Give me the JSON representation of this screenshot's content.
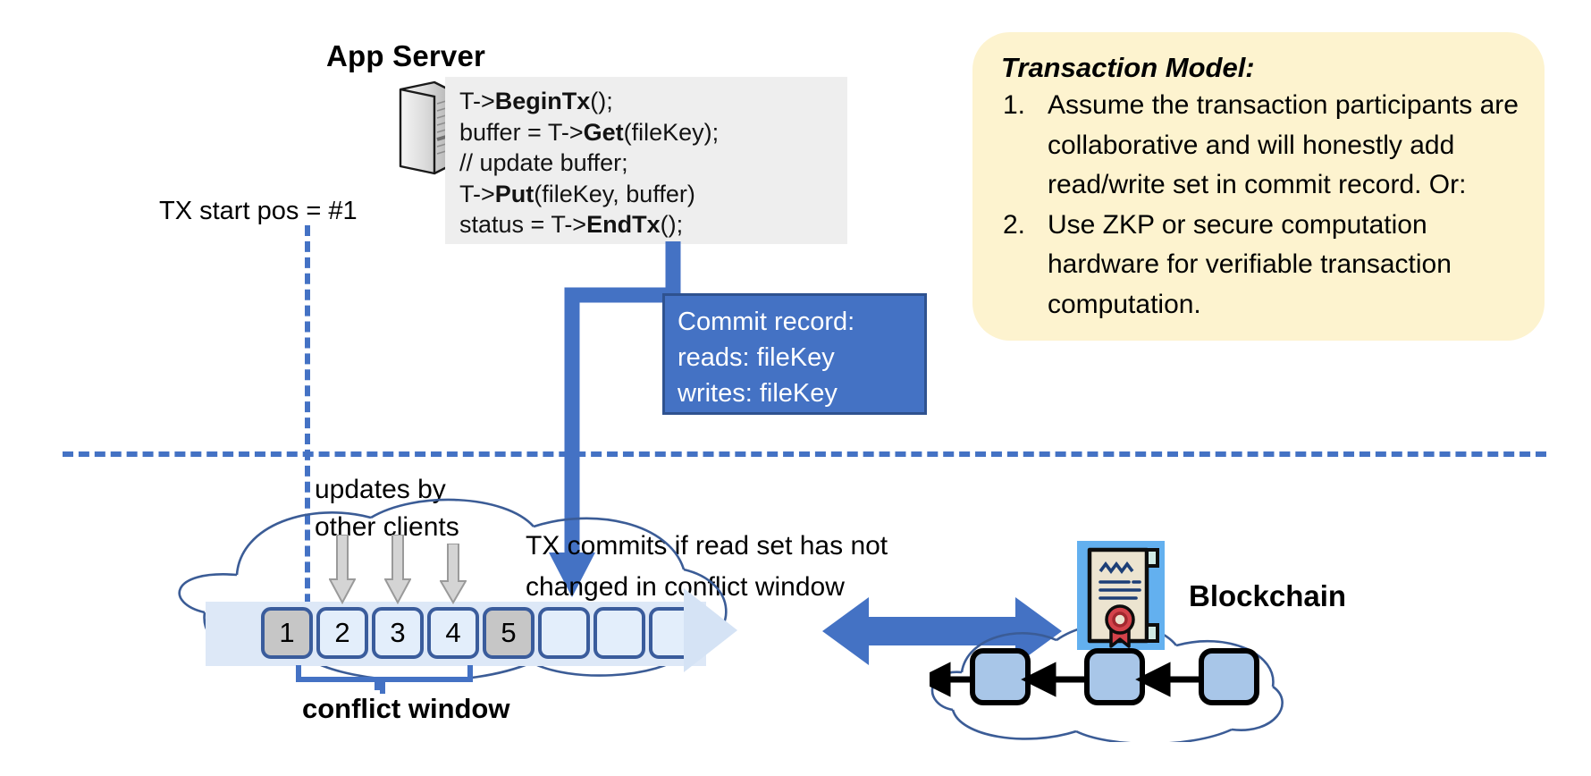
{
  "app_server": {
    "title": "App Server",
    "icon": "server-tower-icon",
    "code_lines": [
      {
        "pre": "T->",
        "bold": "BeginTx",
        "post": "();"
      },
      {
        "pre": "buffer = T->",
        "bold": "Get",
        "post": "(fileKey);"
      },
      {
        "pre": "// update buffer;",
        "bold": "",
        "post": ""
      },
      {
        "pre": "T->",
        "bold": "Put",
        "post": "(fileKey, buffer)"
      },
      {
        "pre": "status = T->",
        "bold": "EndTx",
        "post": "();"
      }
    ]
  },
  "tx_start": {
    "label": "TX start pos = #1"
  },
  "commit_record": {
    "title": "Commit record:",
    "reads": "reads: fileKey",
    "writes": "writes: fileKey"
  },
  "transaction_model": {
    "title": "Transaction Model:",
    "items": [
      {
        "num": "1.",
        "text": "Assume the transaction participants are collaborative and will honestly add read/write set in commit record.  Or:"
      },
      {
        "num": "2.",
        "text": "Use ZKP or secure computation hardware for verifiable transaction computation."
      }
    ]
  },
  "log": {
    "updates_label_line1": "updates by",
    "updates_label_line2": "other clients",
    "commit_note_line1": "TX commits if read set has not",
    "commit_note_line2": "changed in conflict window",
    "conflict_window_label": "conflict window",
    "boxes": [
      {
        "label": "1",
        "state": "filled"
      },
      {
        "label": "2",
        "state": "empty"
      },
      {
        "label": "3",
        "state": "empty"
      },
      {
        "label": "4",
        "state": "empty"
      },
      {
        "label": "5",
        "state": "filled"
      },
      {
        "label": "",
        "state": "empty"
      },
      {
        "label": "",
        "state": "empty"
      },
      {
        "label": "",
        "state": "empty"
      }
    ]
  },
  "blockchain": {
    "label": "Blockchain",
    "certificate_icon": "certificate-seal-icon",
    "chain_block_count": 3
  },
  "colors": {
    "accent_blue": "#4472c4",
    "accent_blue_dark": "#2f528f",
    "callout_yellow": "#fdf3cf",
    "code_grey": "#eeeeee",
    "log_band": "#dde8f7",
    "log_box_border": "#3a5c9c",
    "log_box_fill": "#e3eefb",
    "log_box_filled": "#c6c6c6",
    "cloud_stroke": "#3b5c96",
    "cert_bg": "#63b0ef",
    "cert_seal": "#d13b3b"
  }
}
